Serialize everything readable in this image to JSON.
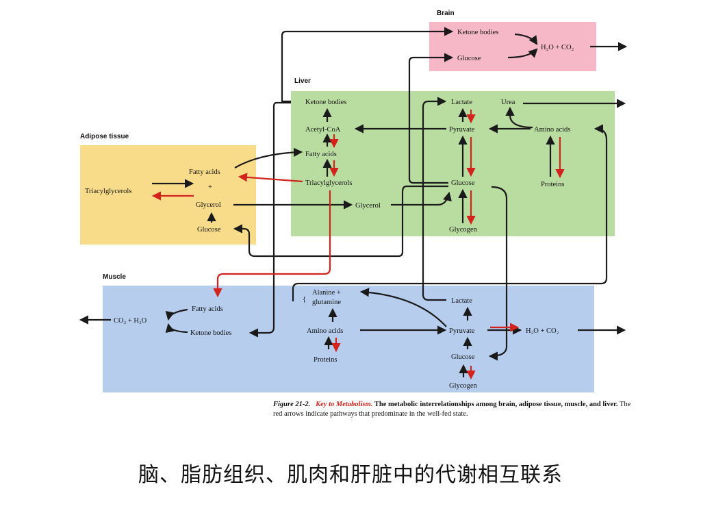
{
  "colors": {
    "brain_bg": "#f6b7c7",
    "liver_bg": "#b9dca1",
    "adipose_bg": "#f8dc8a",
    "muscle_bg": "#b6cdee",
    "red_arrow": "#d2231d",
    "black_arrow": "#1a1a1a"
  },
  "regions": {
    "brain": "Brain",
    "liver": "Liver",
    "adipose": "Adipose tissue",
    "muscle": "Muscle"
  },
  "nodes": {
    "brain_ketone_bodies": "Ketone bodies",
    "brain_glucose": "Glucose",
    "brain_output": "H₂O + CO₂",
    "liver_ketone_bodies": "Ketone bodies",
    "liver_acetyl_coa": "Acetyl-CoA",
    "liver_fatty_acids": "Fatty acids",
    "liver_triacylglycerols": "Triacylglycerols",
    "liver_glycerol": "Glycerol",
    "liver_lactate": "Lactate",
    "liver_pyruvate": "Pyruvate",
    "liver_glucose": "Glucose",
    "liver_glycogen": "Glycogen",
    "liver_urea": "Urea",
    "liver_amino_acids": "Amino acids",
    "liver_proteins": "Proteins",
    "adipose_fatty_acids": "Fatty acids",
    "adipose_plus": "+",
    "adipose_triacylglycerols": "Triacylglycerols",
    "adipose_glycerol": "Glycerol",
    "adipose_glucose": "Glucose",
    "muscle_fatty_acids": "Fatty acids",
    "muscle_co2_h2o": "CO₂ + H₂O",
    "muscle_ketone_bodies": "Ketone bodies",
    "muscle_alanine": "Alanine +",
    "muscle_glutamine": "glutamine",
    "muscle_amino_acids": "Amino acids",
    "muscle_proteins": "Proteins",
    "muscle_lactate": "Lactate",
    "muscle_pyruvate": "Pyruvate",
    "muscle_output": "H₂O + CO₂",
    "muscle_glucose": "Glucose",
    "muscle_glycogen": "Glycogen"
  },
  "caption": {
    "figure": "Figure 21-2.",
    "key": "Key to Metabolism.",
    "lead": "The metabolic interrelationships among brain, adipose tissue, muscle, and liver.",
    "body": "The red arrows indicate pathways that predominate in the well-fed state."
  },
  "subtitle": "脑、脂肪组织、肌肉和肝脏中的代谢相互联系"
}
